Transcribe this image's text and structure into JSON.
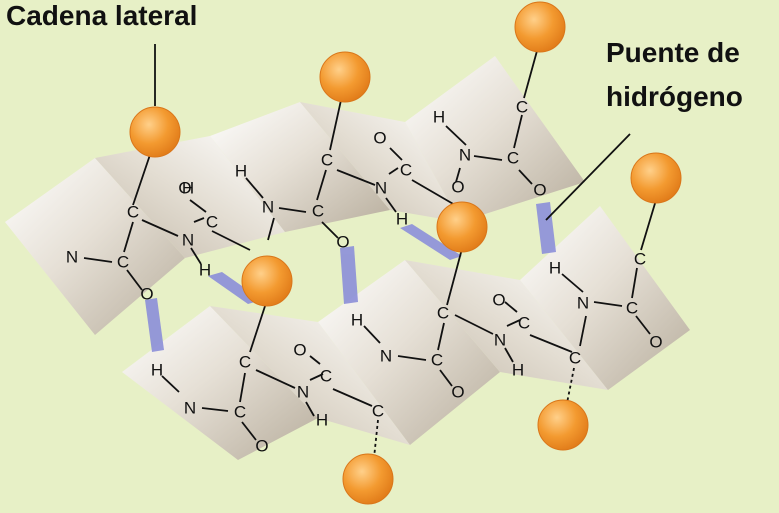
{
  "labels": {
    "side_chain": "Cadena lateral",
    "hbond_line1": "Puente de",
    "hbond_line2": "hidrógeno"
  },
  "atoms": {
    "carbon": "C",
    "nitrogen": "N",
    "oxygen": "O",
    "hydrogen": "H"
  },
  "colors": {
    "background": "#e7f0c6",
    "sheet": "#d9d2c4",
    "side_chain": "#f39a30",
    "hydrogen_bond": "#8c8fd9"
  }
}
